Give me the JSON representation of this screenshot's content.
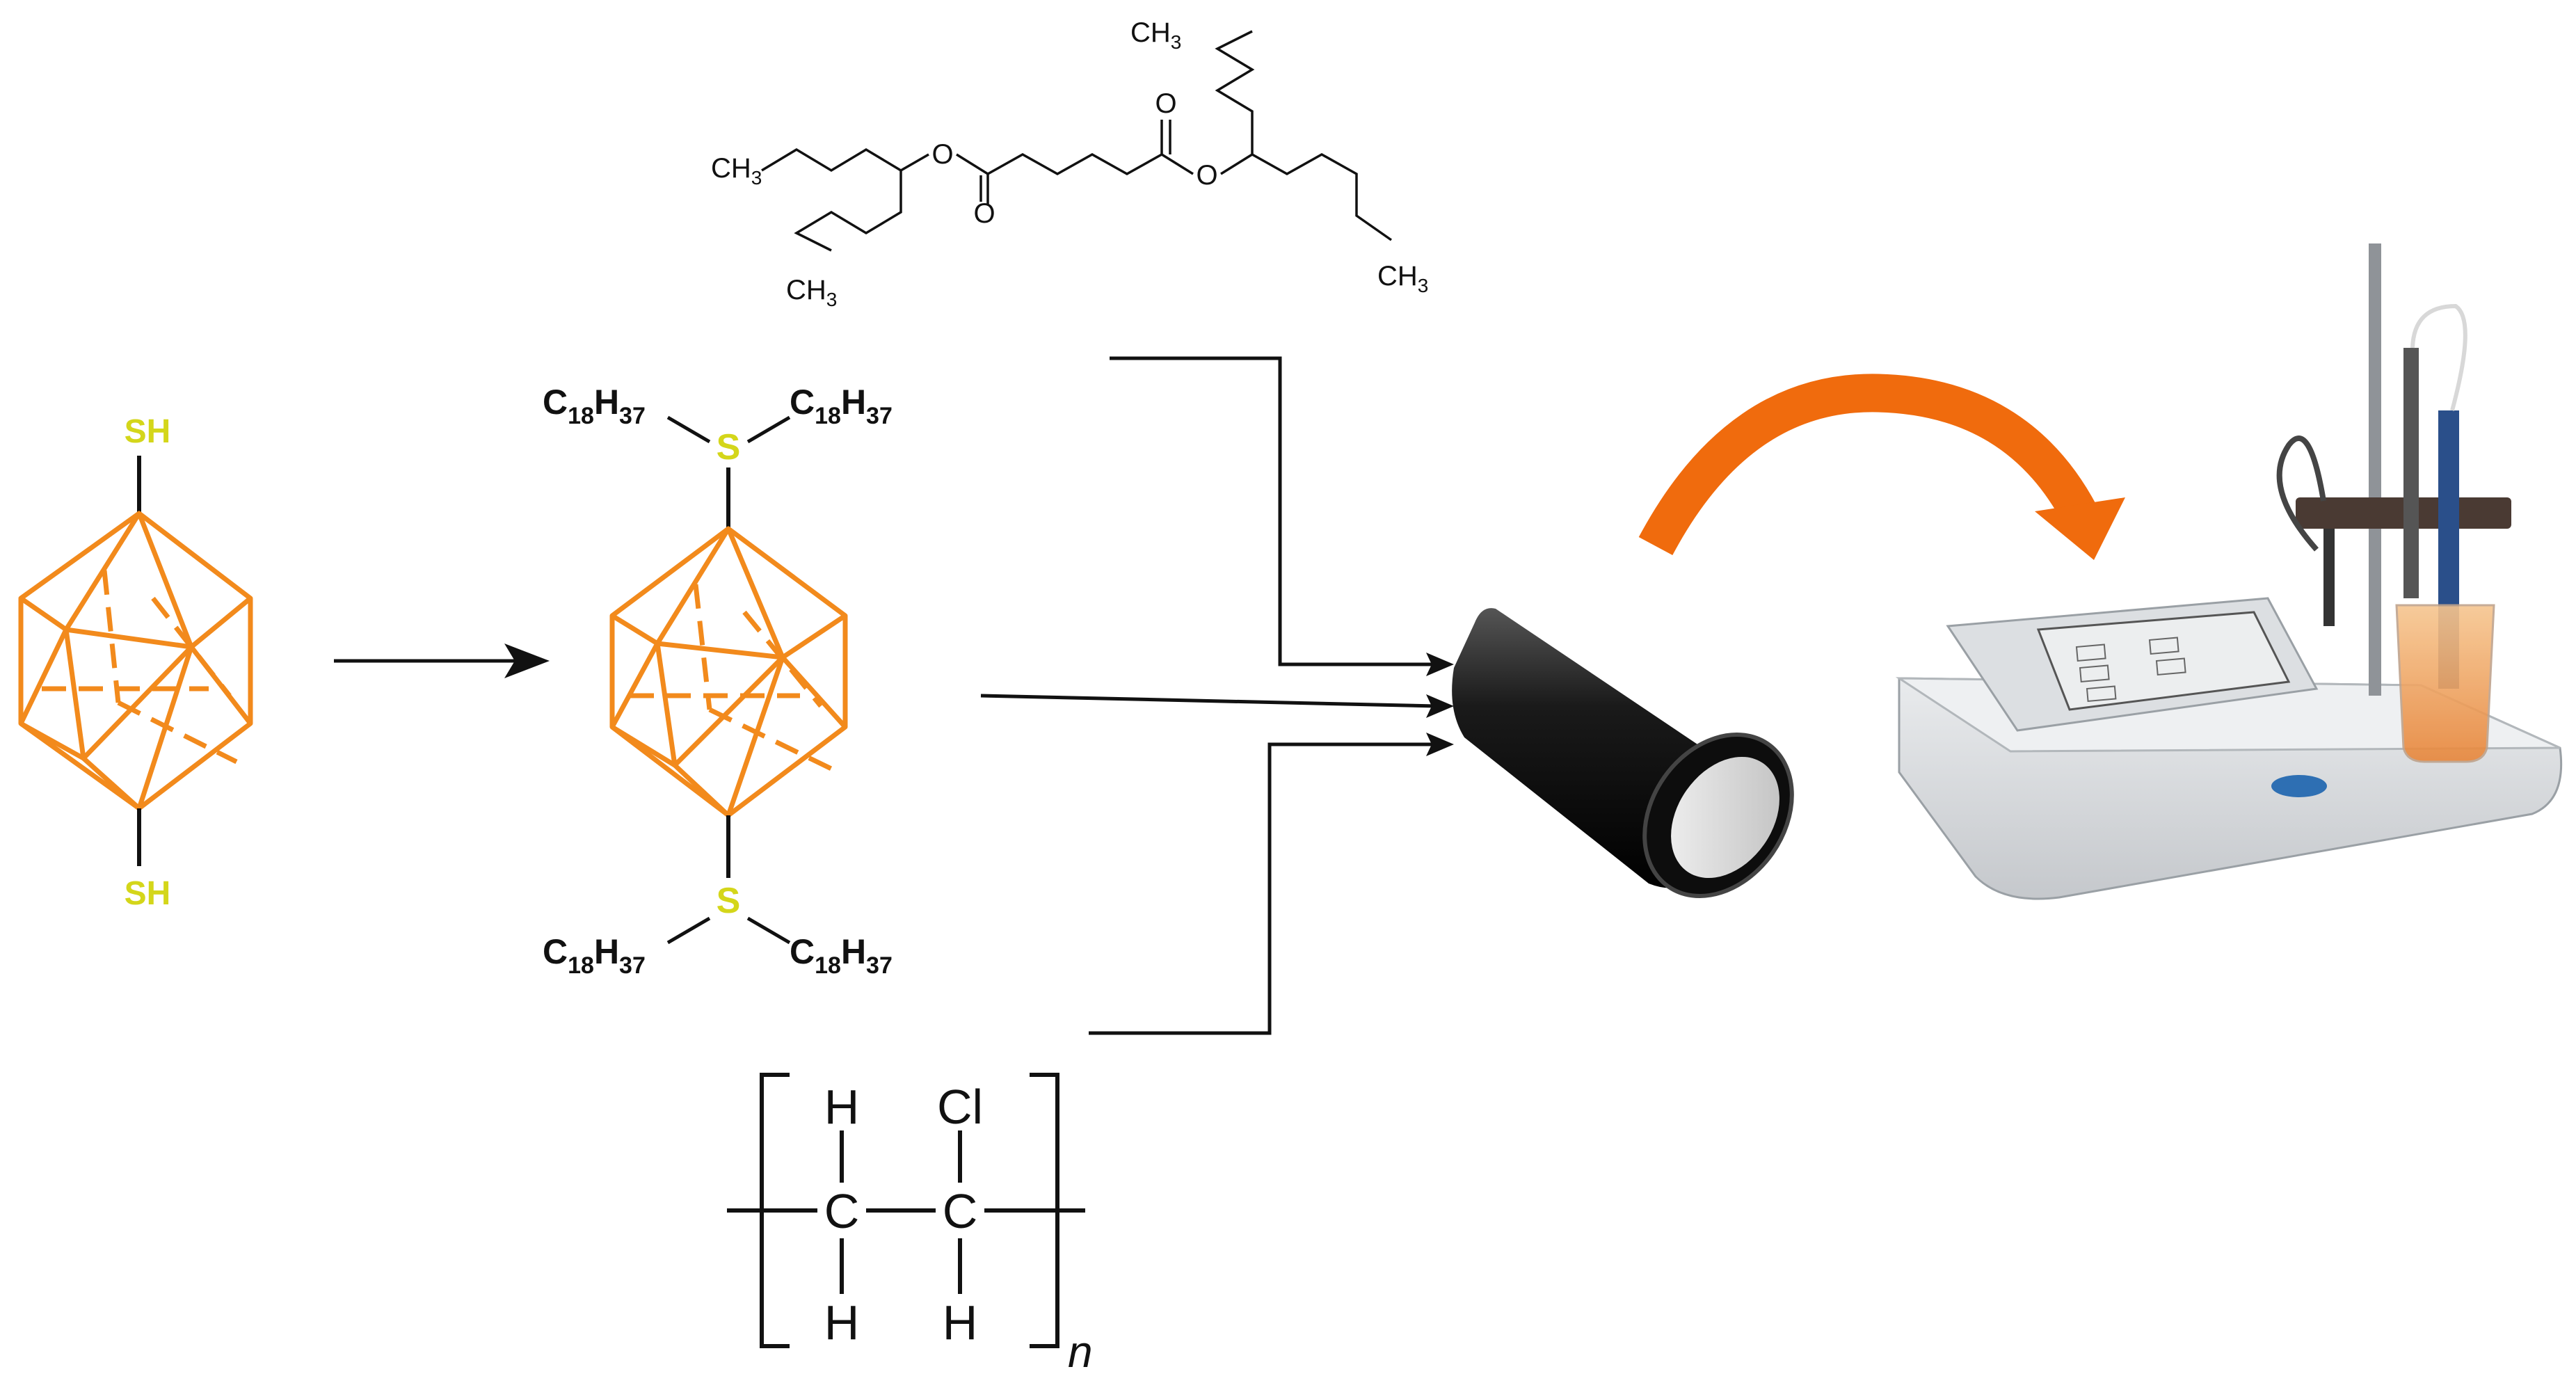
{
  "dithiol": {
    "top_group": "SH",
    "bottom_group": "SH",
    "cage_color": "#f28a1c",
    "thiol_color": "#d4d61a"
  },
  "dialkylated": {
    "sulfur": "S",
    "alkyl": "C",
    "alkyl_sub1": "18",
    "alkyl_h": "H",
    "alkyl_sub2": "37"
  },
  "plasticizer": {
    "methyl_c": "C",
    "methyl_h": "H",
    "methyl_sub": "3",
    "ester_o": "O"
  },
  "pvc": {
    "atom_h": "H",
    "atom_cl": "Cl",
    "atom_c": "C",
    "repeat_subscript": "n"
  },
  "colors": {
    "arrow_orange": "#f06b0d",
    "lines": "#111111"
  }
}
